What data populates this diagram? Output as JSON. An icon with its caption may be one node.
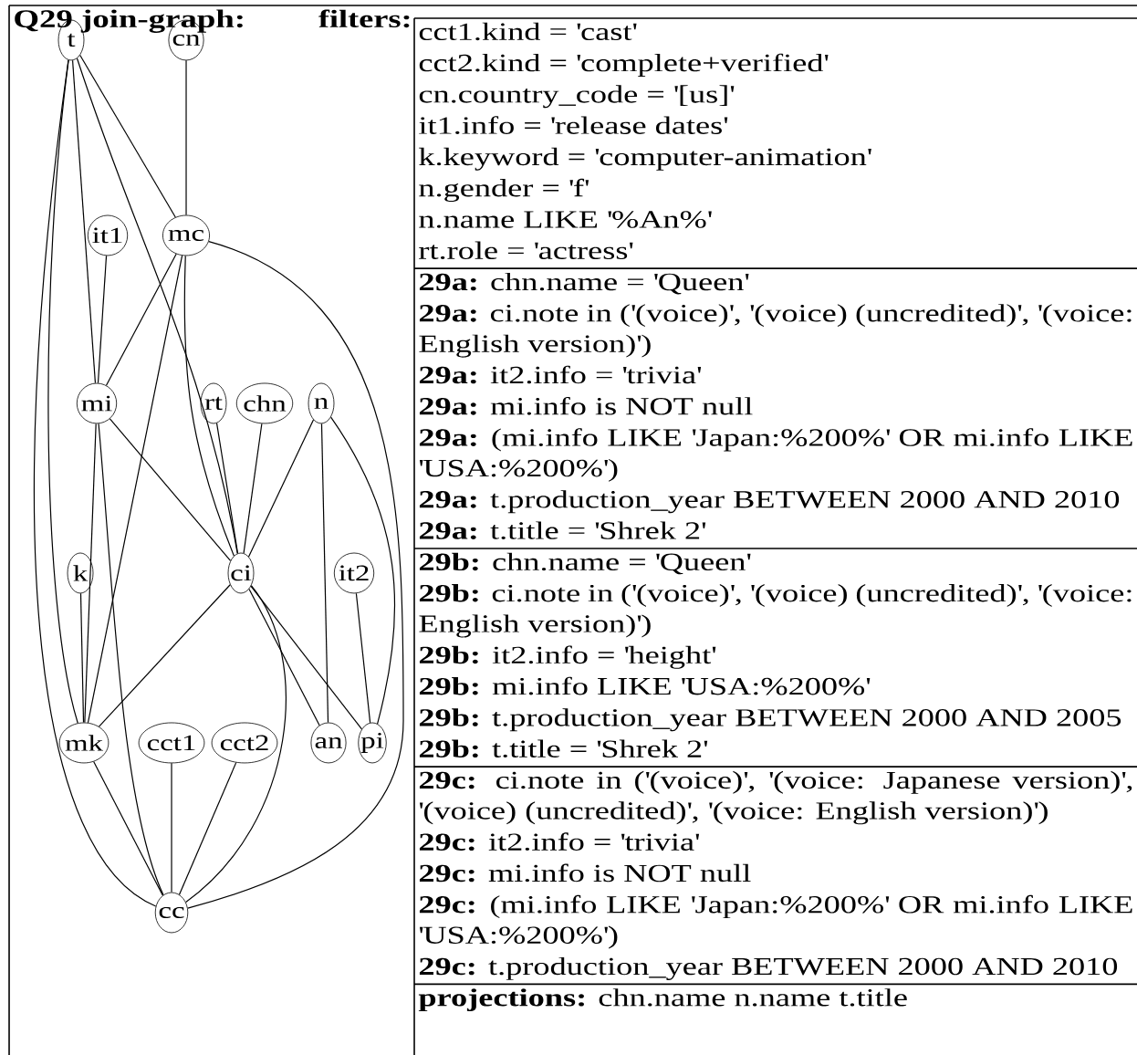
{
  "diagram": {
    "title": "Q29 join-graph:",
    "nodes": [
      {
        "text": [
          "t"
        ]
      },
      {
        "text": [
          "cn"
        ]
      },
      {
        "text": [
          "it1"
        ]
      },
      {
        "text": [
          "mc"
        ]
      },
      {
        "text": [
          "mi"
        ]
      },
      {
        "text": [
          "rt"
        ]
      },
      {
        "text": [
          "chn"
        ]
      },
      {
        "text": [
          "n"
        ]
      },
      {
        "text": [
          "k"
        ]
      },
      {
        "text": [
          "ci"
        ]
      },
      {
        "text": [
          "it2"
        ]
      },
      {
        "text": [
          "mk"
        ]
      },
      {
        "text": [
          "cct1"
        ]
      },
      {
        "text": [
          "cct2"
        ]
      },
      {
        "text": [
          "an"
        ]
      },
      {
        "text": [
          "pi"
        ]
      },
      {
        "text": [
          "cc"
        ]
      }
    ],
    "edges": [
      {
        "from": 0,
        "to": 3,
        "arrow": "none"
      },
      {
        "from": 0,
        "to": 4,
        "arrow": "none"
      },
      {
        "from": 0,
        "to": 9,
        "arrow": "none"
      },
      {
        "from": 0,
        "to": 11,
        "arrow": "none"
      },
      {
        "from": 0,
        "to": 16,
        "arrow": "none"
      },
      {
        "from": 1,
        "to": 3,
        "arrow": "none"
      },
      {
        "from": 2,
        "to": 4,
        "arrow": "none"
      },
      {
        "from": 3,
        "to": 4,
        "arrow": "none"
      },
      {
        "from": 3,
        "to": 11,
        "arrow": "none"
      },
      {
        "from": 3,
        "to": 9,
        "arrow": "none"
      },
      {
        "from": 3,
        "to": 16,
        "arrow": "none"
      },
      {
        "from": 4,
        "to": 9,
        "arrow": "none"
      },
      {
        "from": 4,
        "to": 11,
        "arrow": "none"
      },
      {
        "from": 4,
        "to": 16,
        "arrow": "none"
      },
      {
        "from": 5,
        "to": 9,
        "arrow": "none"
      },
      {
        "from": 6,
        "to": 9,
        "arrow": "none"
      },
      {
        "from": 7,
        "to": 9,
        "arrow": "none"
      },
      {
        "from": 7,
        "to": 14,
        "arrow": "none"
      },
      {
        "from": 7,
        "to": 15,
        "arrow": "none"
      },
      {
        "from": 8,
        "to": 11,
        "arrow": "none"
      },
      {
        "from": 9,
        "to": 11,
        "arrow": "none"
      },
      {
        "from": 9,
        "to": 14,
        "arrow": "none"
      },
      {
        "from": 9,
        "to": 15,
        "arrow": "none"
      },
      {
        "from": 9,
        "to": 16,
        "arrow": "none"
      },
      {
        "from": 10,
        "to": 15,
        "arrow": "none"
      },
      {
        "from": 11,
        "to": 16,
        "arrow": "none"
      },
      {
        "from": 12,
        "to": 16,
        "arrow": "none"
      },
      {
        "from": 13,
        "to": 16,
        "arrow": "none"
      }
    ],
    "labels": [
      "filters:",
      "cct1.kind = 'cast'",
      "cct2.kind = 'complete+verified'",
      "cn.country_code = '[us]'",
      "it1.info = 'release dates'",
      "k.keyword = 'computer-animation'",
      "n.gender = 'f'",
      "n.name LIKE '%An%'",
      "rt.role = 'actress'",
      "**29a:** chn.name = 'Queen'",
      "**29a:** ci.note in ('(voice)', '(voice) (uncredited)', '(voice: English version)')",
      "**29a:** it2.info = 'trivia'",
      "**29a:** mi.info is NOT null",
      "**29a:** (mi.info LIKE 'Japan:%200%' OR mi.info LIKE 'USA:%200%')",
      "**29a:** t.production_year BETWEEN 2000 AND 2010",
      "**29a:** t.title = 'Shrek 2'",
      "**29b:** chn.name = 'Queen'",
      "**29b:** ci.note in ('(voice)', '(voice) (uncredited)', '(voice: English version)')",
      "**29b:** it2.info = 'height'",
      "**29b:** mi.info LIKE 'USA:%200%'",
      "**29b:** t.production_year BETWEEN 2000 AND 2005",
      "**29b:** t.title = 'Shrek 2'",
      "**29c:** ci.note in ('(voice)', '(voice: Japanese version)', '(voice) (uncredited)', '(voice: English version)')",
      "**29c:** it2.info = 'trivia'",
      "**29c:** mi.info is NOT null",
      "**29c:** (mi.info LIKE 'Japan:%200%' OR mi.info LIKE 'USA:%200%')",
      "**29c:** t.production_year BETWEEN 2000 AND 2010",
      "**projections:** chn.name n.name t.title"
    ]
  }
}
